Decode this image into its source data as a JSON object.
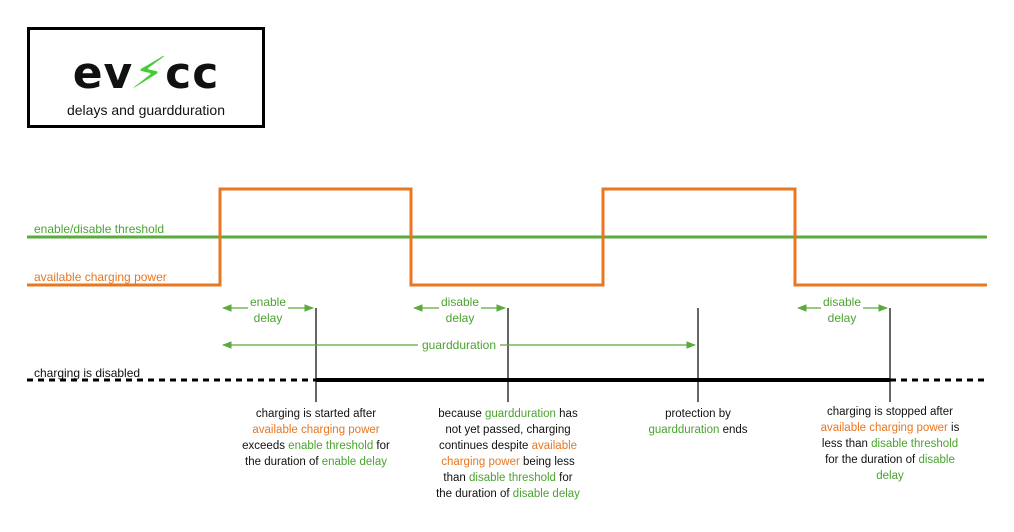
{
  "logo": {
    "text_left": "ev",
    "bolt": "⚡",
    "text_right": "cc",
    "subtitle": "delays and guardduration"
  },
  "colors": {
    "power": "#e87722",
    "threshold": "#5aaa3c",
    "annotation": "#4ca330",
    "text": "#111111"
  },
  "lines": {
    "threshold_label": "enable/disable threshold",
    "power_label": "available charging power",
    "charging_label": "charging is disabled"
  },
  "arrows": {
    "enable_delay_1": "enable",
    "enable_delay_2": "delay",
    "disable_delay_a1": "disable",
    "disable_delay_a2": "delay",
    "guardduration": "guardduration",
    "disable_delay_b1": "disable",
    "disable_delay_b2": "delay"
  },
  "captions": {
    "c1": {
      "l1": "charging is started after",
      "l2": "available charging power",
      "l3a": "exceeds ",
      "l3b": "enable threshold",
      "l3c": " for",
      "l4a": "the duration of ",
      "l4b": "enable delay"
    },
    "c2": {
      "l1a": "because ",
      "l1b": "guardduration",
      "l1c": " has",
      "l2": "not yet passed, charging",
      "l3a": "continues despite ",
      "l3b": "available",
      "l4a": "charging power",
      "l4b": " being less",
      "l5a": "than ",
      "l5b": "disable threshold",
      "l5c": " for",
      "l6a": "the duration of ",
      "l6b": "disable delay"
    },
    "c3": {
      "l1": "protection by",
      "l2a": "guardduration",
      "l2b": " ends"
    },
    "c4": {
      "l1": "charging is stopped after",
      "l2a": "available charging power",
      "l2b": " is",
      "l3a": "less than ",
      "l3b": "disable threshold",
      "l4a": "for the duration of ",
      "l4b": "disable",
      "l5": "delay"
    }
  }
}
